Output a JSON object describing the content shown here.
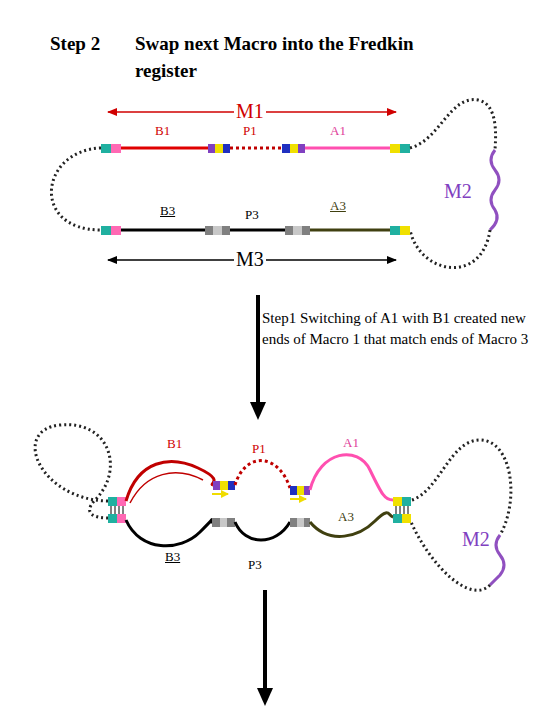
{
  "diagram": {
    "title": "Swap next Macro into the Fredkin register",
    "labels": [
      "Step 2",
      "M1",
      "B1",
      "P1",
      "A1",
      "M2",
      "B3",
      "P3",
      "A3",
      "M3",
      "Step1 Switching of A1 with B1 created new ends of Macro 1 that match ends of Macro 3",
      "B1",
      "P1",
      "A1",
      "A3",
      "B3",
      "P3",
      "M2"
    ]
  }
}
